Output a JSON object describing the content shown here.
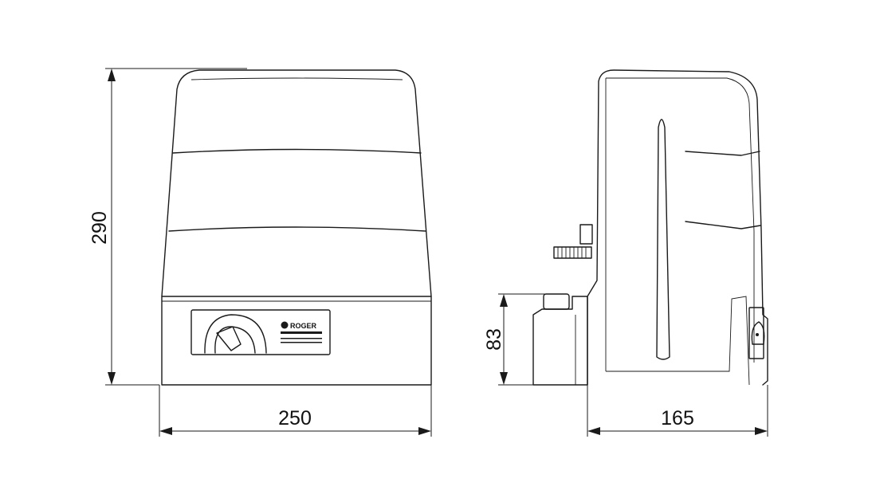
{
  "dimensions": {
    "height": "290",
    "width": "250",
    "depth": "165",
    "base_height": "83"
  },
  "label": {
    "brand": "ROGER"
  },
  "colors": {
    "line": "#1a1a1a",
    "background": "#ffffff"
  },
  "icons": [
    "arrow-icon",
    "roger-logo-icon",
    "release-lever-icon",
    "spring-icon"
  ]
}
